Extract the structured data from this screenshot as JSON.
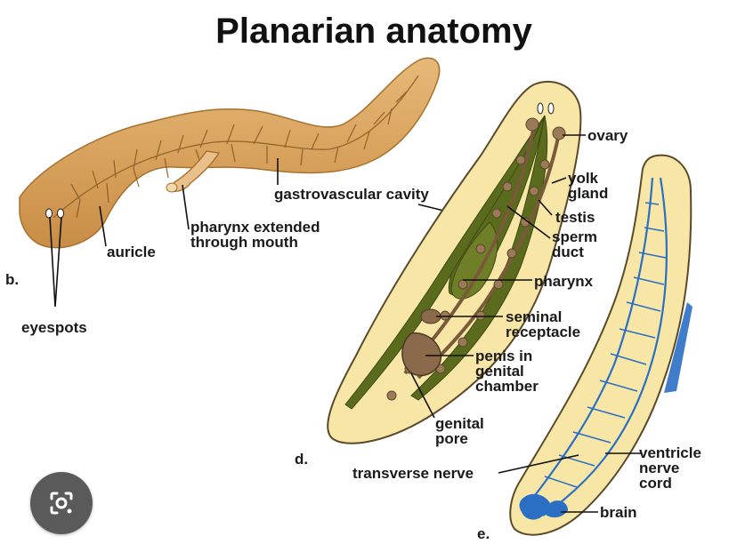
{
  "title": "Planarian anatomy",
  "panels": {
    "b": "b.",
    "d": "d.",
    "e": "e."
  },
  "labels": {
    "eyespots": "eyespots",
    "auricle": "auricle",
    "pharynx_extended_1": "pharynx extended",
    "pharynx_extended_2": "through mouth",
    "gastrovascular_cavity": "gastrovascular cavity",
    "ovary": "ovary",
    "yolk_gland_1": "yolk",
    "yolk_gland_2": "gland",
    "testis": "testis",
    "sperm_duct_1": "sperm",
    "sperm_duct_2": "duct",
    "pharynx": "pharynx",
    "seminal_receptacle_1": "seminal",
    "seminal_receptacle_2": "receptacle",
    "penis_1": "penis in",
    "penis_2": "genital",
    "penis_3": "chamber",
    "genital_pore_1": "genital",
    "genital_pore_2": "pore",
    "transverse_nerve": "transverse nerve",
    "ventricle_nerve_cord_1": "ventricle",
    "ventricle_nerve_cord_2": "nerve",
    "ventricle_nerve_cord_3": "cord",
    "brain": "brain"
  },
  "colors": {
    "body_tan": "#d9a460",
    "body_shadow": "#b57d3a",
    "gut_green": "#5a6b1e",
    "cream": "#f7e6a6",
    "nerve_blue": "#2a6fc4",
    "repro_brown": "#8a6a4a",
    "lens_button_bg": "#5a5a5a"
  },
  "lens_button": {
    "icon": "camera-search-icon"
  }
}
